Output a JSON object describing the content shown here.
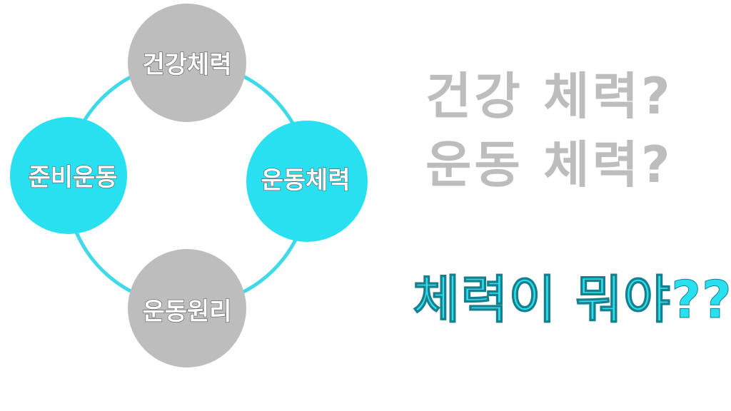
{
  "diagram": {
    "nodes": [
      {
        "label": "건강체력",
        "color": "#bdbdbd"
      },
      {
        "label": "준비운동",
        "color": "#29e0f0"
      },
      {
        "label": "운동체력",
        "color": "#29e0f0"
      },
      {
        "label": "운동원리",
        "color": "#bdbdbd"
      }
    ],
    "ring_color": "#3fd9e8"
  },
  "questions": {
    "line1": "건강 체력?",
    "line2": "운동 체력?",
    "main": "체력이 뭐야??"
  }
}
